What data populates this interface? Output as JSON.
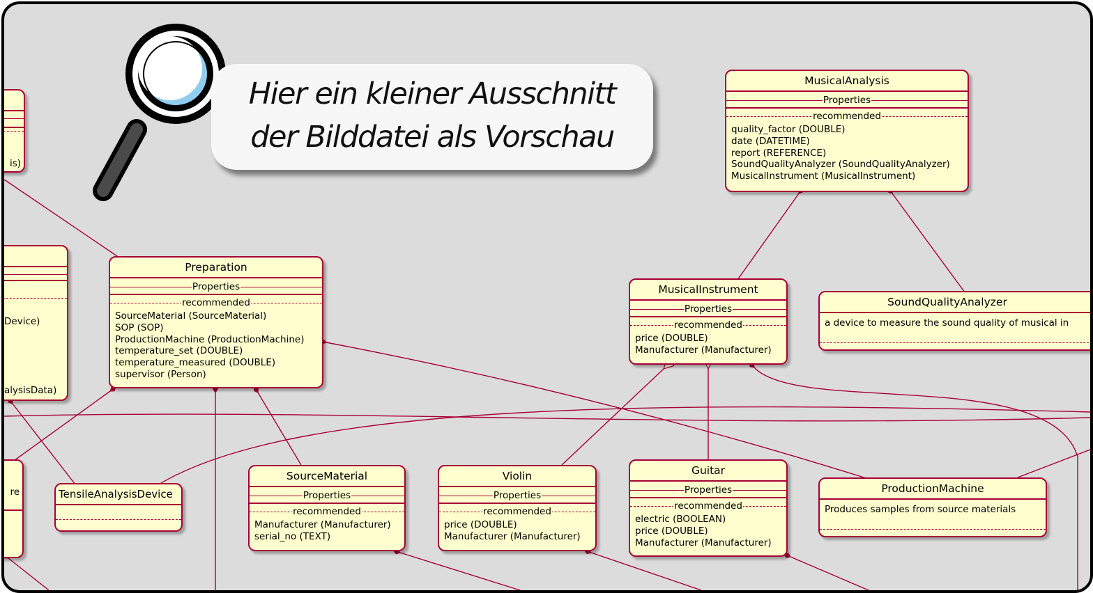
{
  "callout": {
    "line1": "Hier ein kleiner Ausschnitt",
    "line2": "der Bilddatei als Vorschau"
  },
  "labels": {
    "properties": "Properties",
    "recommended": "recommended"
  },
  "nodes": {
    "musical_analysis": {
      "title": "MusicalAnalysis",
      "attrs": [
        "quality_factor (DOUBLE)",
        "date (DATETIME)",
        "report (REFERENCE)",
        "SoundQualityAnalyzer (SoundQualityAnalyzer)",
        "MusicalInstrument (MusicalInstrument)"
      ]
    },
    "preparation": {
      "title": "Preparation",
      "attrs": [
        "SourceMaterial (SourceMaterial)",
        "SOP (SOP)",
        "ProductionMachine (ProductionMachine)",
        "temperature_set (DOUBLE)",
        "temperature_measured (DOUBLE)",
        "supervisor (Person)"
      ]
    },
    "musical_instrument": {
      "title": "MusicalInstrument",
      "attrs": [
        "price (DOUBLE)",
        "Manufacturer (Manufacturer)"
      ]
    },
    "sound_quality_analyzer": {
      "title": "SoundQualityAnalyzer",
      "desc": "a device to measure the sound quality of musical in"
    },
    "source_material": {
      "title": "SourceMaterial",
      "attrs": [
        "Manufacturer (Manufacturer)",
        "serial_no (TEXT)"
      ]
    },
    "violin": {
      "title": "Violin",
      "attrs": [
        "price (DOUBLE)",
        "Manufacturer (Manufacturer)"
      ]
    },
    "guitar": {
      "title": "Guitar",
      "attrs": [
        "electric (BOOLEAN)",
        "price (DOUBLE)",
        "Manufacturer (Manufacturer)"
      ]
    },
    "production_machine": {
      "title": "ProductionMachine",
      "desc": "Produces samples from source materials"
    },
    "tensile_analysis_device": {
      "title": "TensileAnalysisDevice"
    },
    "partial_a": {
      "attrs": [
        "is)"
      ]
    },
    "partial_b": {
      "attrs": [
        "Device)",
        "alysisData)"
      ]
    },
    "partial_c": {
      "title": "re"
    }
  },
  "colors": {
    "border": "#a80036",
    "node_fill": "#fefece",
    "canvas": "#dcdcdc",
    "magnifier_glass": "#8fcdf0"
  }
}
